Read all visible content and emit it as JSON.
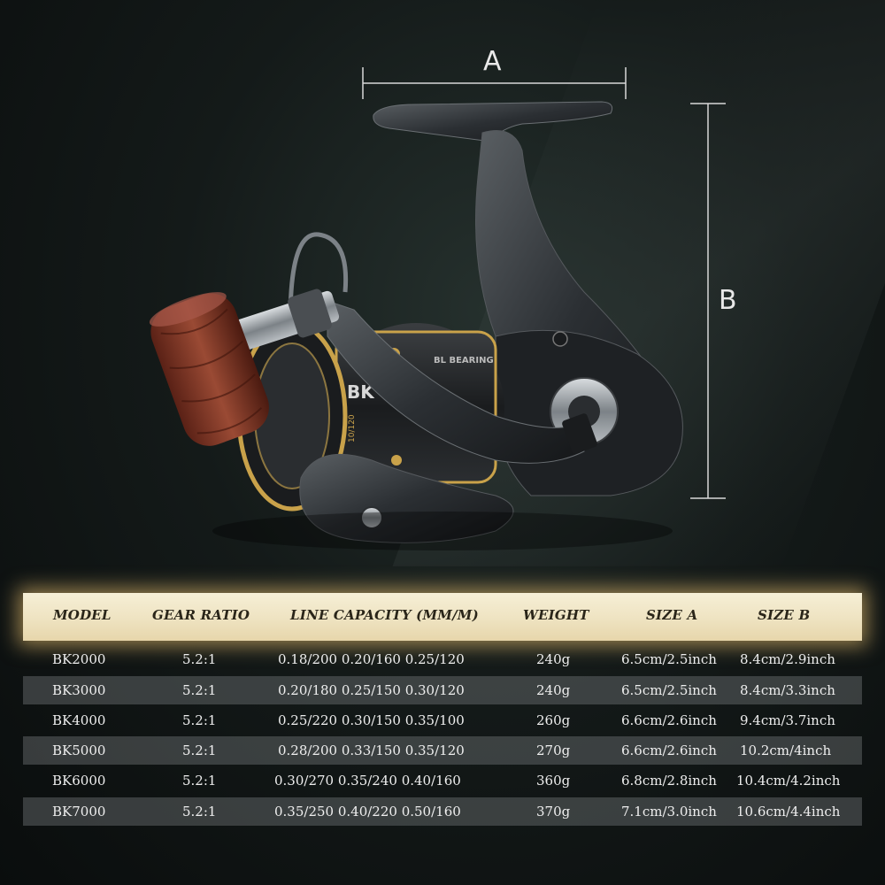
{
  "dimensions": {
    "a_label": "A",
    "b_label": "B"
  },
  "table": {
    "headers": [
      "MODEL",
      "GEAR RATIO",
      "LINE CAPACITY (MM/M)",
      "WEIGHT",
      "SIZE A",
      "SIZE B"
    ],
    "rows": [
      [
        "BK2000",
        "5.2:1",
        "0.18/200 0.20/160 0.25/120",
        "240g",
        "6.5cm/2.5inch",
        "8.4cm/2.9inch"
      ],
      [
        "BK3000",
        "5.2:1",
        "0.20/180 0.25/150 0.30/120",
        "240g",
        "6.5cm/2.5inch",
        "8.4cm/3.3inch"
      ],
      [
        "BK4000",
        "5.2:1",
        "0.25/220 0.30/150 0.35/100",
        "260g",
        "6.6cm/2.6inch",
        "9.4cm/3.7inch"
      ],
      [
        "BK5000",
        "5.2:1",
        "0.28/200 0.33/150 0.35/120",
        "270g",
        "6.6cm/2.6inch",
        "10.2cm/4inch"
      ],
      [
        "BK6000",
        "5.2:1",
        "0.30/270 0.35/240 0.40/160",
        "360g",
        "6.8cm/2.8inch",
        "10.4cm/4.2inch"
      ],
      [
        "BK7000",
        "5.2:1",
        "0.35/250 0.40/220 0.50/160",
        "370g",
        "7.1cm/3.0inch",
        "10.6cm/4.4inch"
      ]
    ]
  },
  "reel": {
    "spool_text": "BK",
    "side_text": "BL BEARING",
    "spool_spec": "10/120"
  },
  "colors": {
    "header_bg": "#efe4c3",
    "row_alt": "#6e7376",
    "gold": "#c9a24a",
    "wood": "#8a3a28"
  }
}
